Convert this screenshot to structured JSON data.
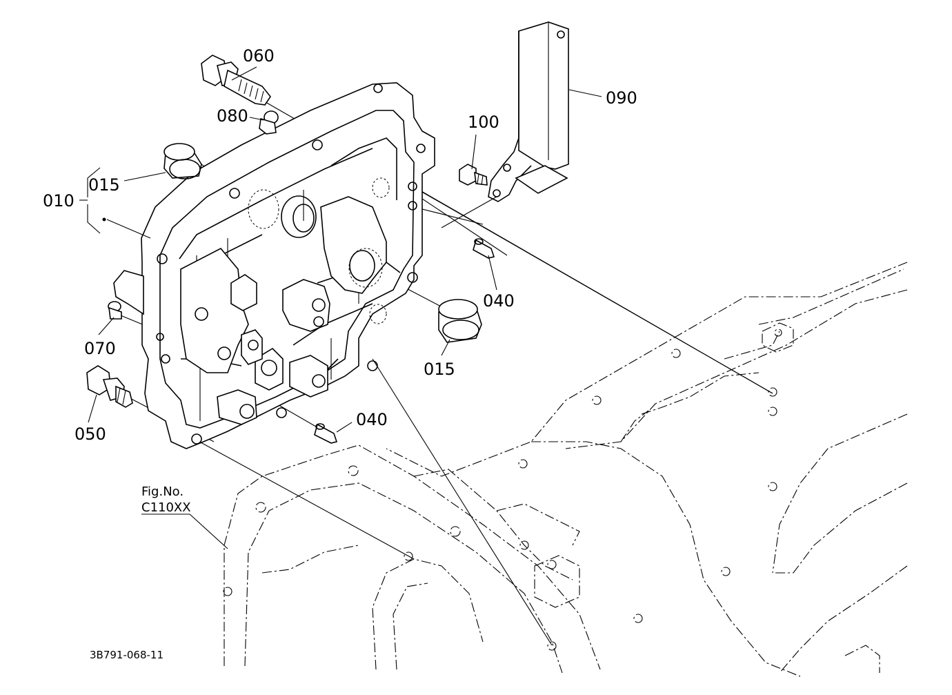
{
  "diagram": {
    "callouts": {
      "c060": "060",
      "c080": "080",
      "c015a": "015",
      "c010": "010",
      "c100": "100",
      "c090": "090",
      "c040a": "040",
      "c070": "070",
      "c015b": "015",
      "c050": "050",
      "c040b": "040"
    },
    "fig_ref": {
      "line1": "Fig.No.",
      "line2": "C110XX"
    },
    "drawing_number": "3B791-068-11"
  }
}
